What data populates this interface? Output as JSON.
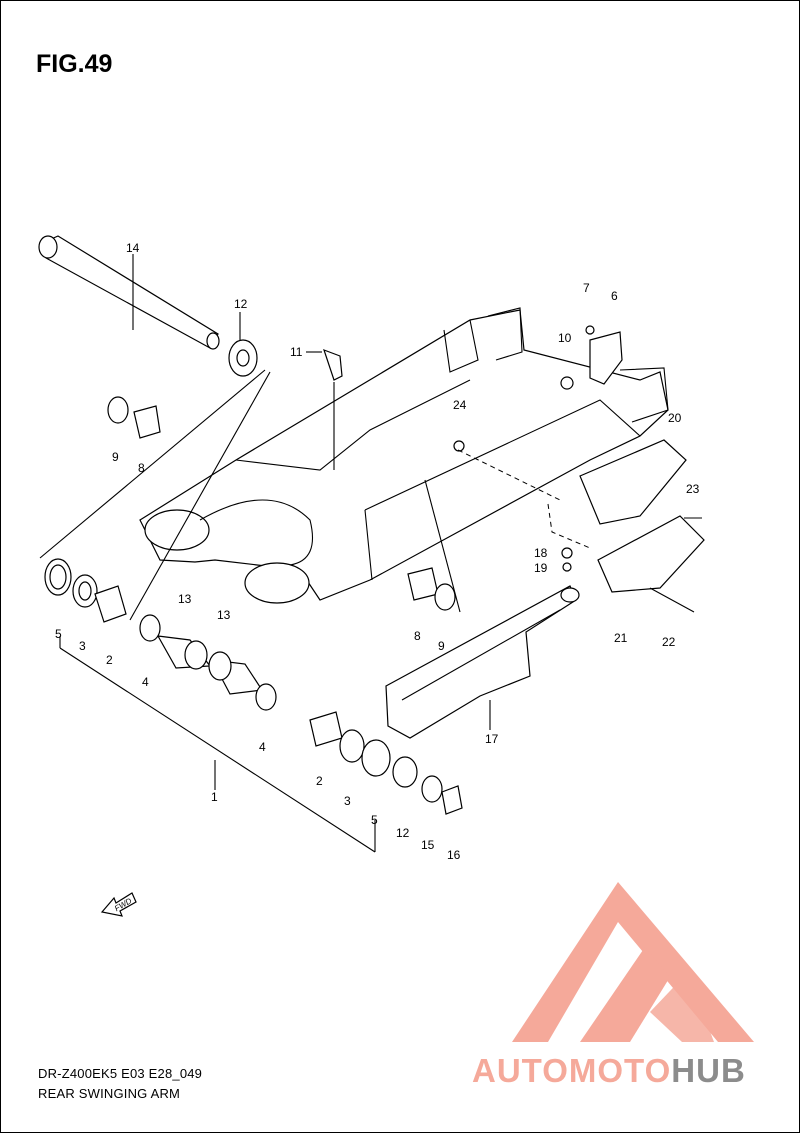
{
  "figure": {
    "title": "FIG.49"
  },
  "footer": {
    "model_code": "DR-Z400EK5 E03 E28_049",
    "caption": "REAR SWINGING ARM"
  },
  "fwd_label": "FWD",
  "callouts": [
    {
      "id": "c14",
      "text": "14"
    },
    {
      "id": "c12a",
      "text": "12"
    },
    {
      "id": "c11",
      "text": "11"
    },
    {
      "id": "c9a",
      "text": "9"
    },
    {
      "id": "c8a",
      "text": "8"
    },
    {
      "id": "c7",
      "text": "7"
    },
    {
      "id": "c6",
      "text": "6"
    },
    {
      "id": "c10",
      "text": "10"
    },
    {
      "id": "c24",
      "text": "24"
    },
    {
      "id": "c20",
      "text": "20"
    },
    {
      "id": "c23",
      "text": "23"
    },
    {
      "id": "c18",
      "text": "18"
    },
    {
      "id": "c19",
      "text": "19"
    },
    {
      "id": "c21",
      "text": "21"
    },
    {
      "id": "c22",
      "text": "22"
    },
    {
      "id": "c5a",
      "text": "5"
    },
    {
      "id": "c3a",
      "text": "3"
    },
    {
      "id": "c2a",
      "text": "2"
    },
    {
      "id": "c13a",
      "text": "13"
    },
    {
      "id": "c13b",
      "text": "13"
    },
    {
      "id": "c4a",
      "text": "4"
    },
    {
      "id": "c4b",
      "text": "4"
    },
    {
      "id": "c8b",
      "text": "8"
    },
    {
      "id": "c9b",
      "text": "9"
    },
    {
      "id": "c17",
      "text": "17"
    },
    {
      "id": "c1",
      "text": "1"
    },
    {
      "id": "c2b",
      "text": "2"
    },
    {
      "id": "c3b",
      "text": "3"
    },
    {
      "id": "c5b",
      "text": "5"
    },
    {
      "id": "c12b",
      "text": "12"
    },
    {
      "id": "c15",
      "text": "15"
    },
    {
      "id": "c16",
      "text": "16"
    }
  ],
  "watermark": {
    "part1": "AUTOMOTO",
    "part2": "HUB",
    "color1": "#f5a99a",
    "color2": "#8c8c8c"
  }
}
